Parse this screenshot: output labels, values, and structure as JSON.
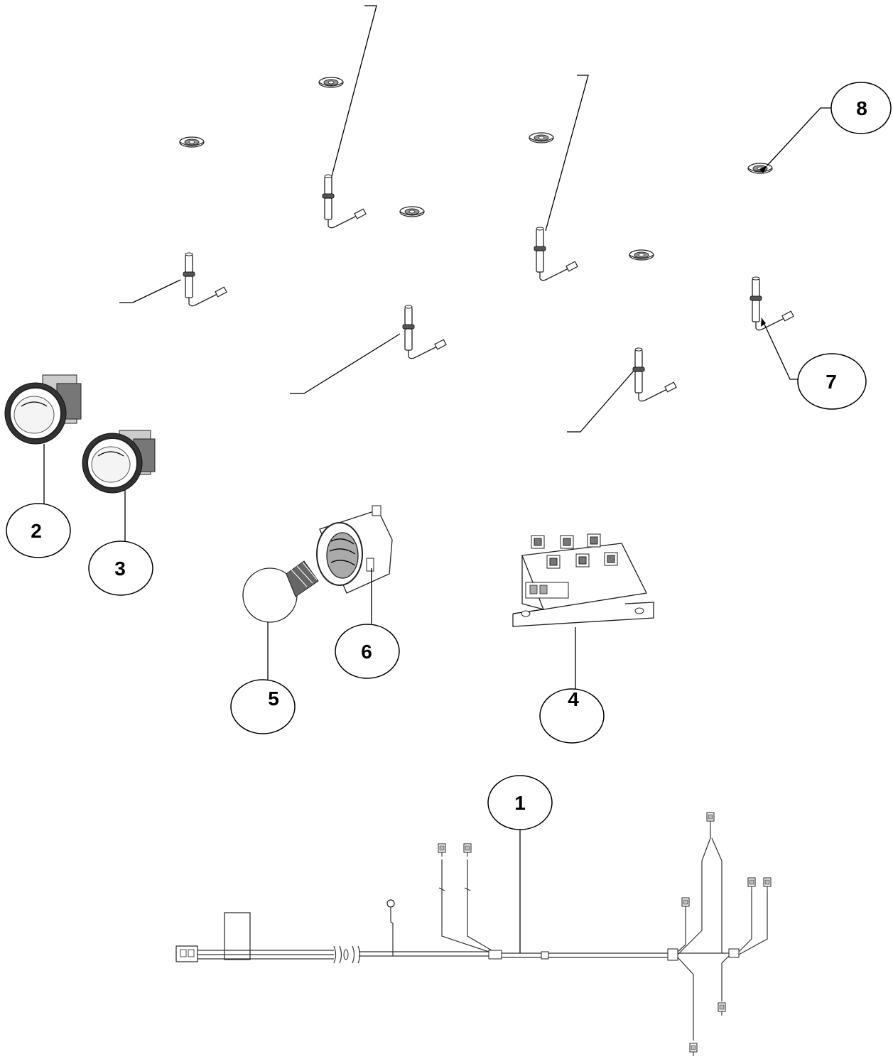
{
  "diagram": {
    "callouts": [
      {
        "id": "1",
        "label": "1"
      },
      {
        "id": "2",
        "label": "2"
      },
      {
        "id": "3",
        "label": "3"
      },
      {
        "id": "4",
        "label": "4"
      },
      {
        "id": "5",
        "label": "5"
      },
      {
        "id": "6",
        "label": "6"
      },
      {
        "id": "7",
        "label": "7"
      },
      {
        "id": "8",
        "label": "8"
      }
    ],
    "parts": [
      {
        "callout": "1",
        "icon": "wiring-harness-icon"
      },
      {
        "callout": "2",
        "icon": "rocker-switch-icon"
      },
      {
        "callout": "3",
        "icon": "rocker-switch-icon"
      },
      {
        "callout": "4",
        "icon": "spark-module-icon"
      },
      {
        "callout": "5",
        "icon": "light-bulb-icon"
      },
      {
        "callout": "6",
        "icon": "lamp-socket-icon"
      },
      {
        "callout": "7",
        "icon": "igniter-electrode-icon"
      },
      {
        "callout": "8",
        "icon": "grommet-icon"
      }
    ]
  }
}
